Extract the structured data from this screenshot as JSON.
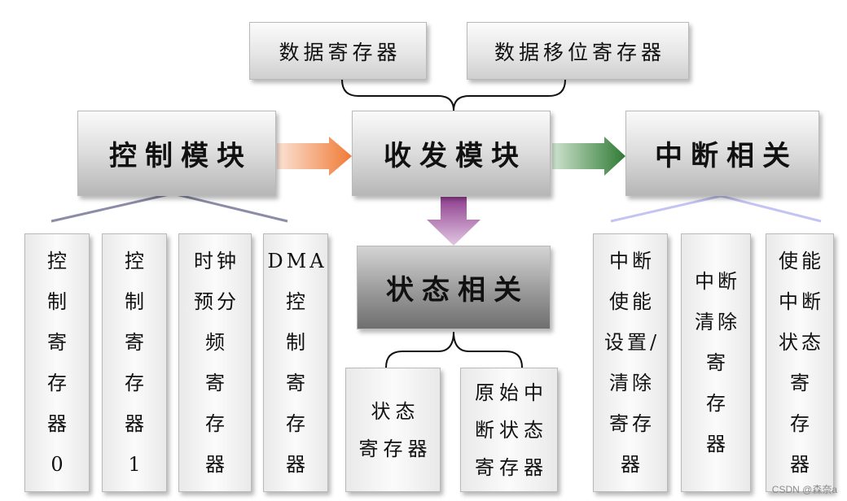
{
  "top": {
    "data_register": "数据寄存器",
    "shift_register": "数据移位寄存器"
  },
  "modules": {
    "control": "控制模块",
    "transceiver": "收发模块",
    "interrupt": "中断相关",
    "status": "状态相关"
  },
  "control_children": {
    "reg0": "控\n制\n寄\n存\n器\n0",
    "reg1": "控\n制\n寄\n存\n器\n1",
    "prescaler": "时钟\n预分\n频\n寄\n存\n器",
    "dma": "DMA\n控\n制\n寄\n存\n器"
  },
  "status_children": {
    "status_reg": "状态\n寄存器",
    "raw_int": "原始中\n断状态\n寄存器"
  },
  "interrupt_children": {
    "enable_set": "中断\n使能\n设置/\n清除\n寄存\n器",
    "clear": "中断\n清除\n寄\n存\n器",
    "enable_status": "使能\n中断\n状态\n寄\n存\n器"
  },
  "colors": {
    "arrow_orange": "#f08a4b",
    "arrow_green": "#2f7a34",
    "arrow_purple": "#8e3d8e",
    "bracket_left": "#8c8ca8",
    "bracket_right": "#c4c4f2"
  },
  "watermark": "CSDN @森奈a"
}
